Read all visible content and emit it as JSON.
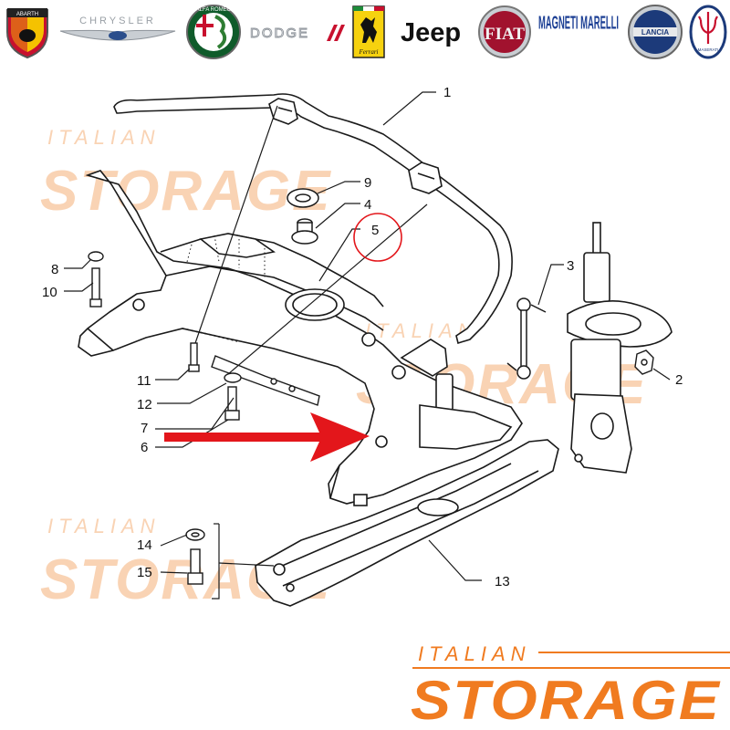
{
  "brands": [
    {
      "name": "ABARTH",
      "kind": "badge"
    },
    {
      "name": "CHRYSLER",
      "kind": "wing"
    },
    {
      "name": "ALFA ROMEO",
      "kind": "round"
    },
    {
      "name": "DODGE",
      "kind": "wordmark"
    },
    {
      "name": "Ferrari",
      "kind": "shield"
    },
    {
      "name": "Jeep",
      "kind": "wordmark"
    },
    {
      "name": "FIAT",
      "kind": "round"
    },
    {
      "name": "MAGNETI MARELLI",
      "kind": "wordmark"
    },
    {
      "name": "LANCIA",
      "kind": "round"
    },
    {
      "name": "MASERATI",
      "kind": "oval"
    }
  ],
  "callouts": [
    "1",
    "2",
    "3",
    "4",
    "5",
    "6",
    "7",
    "8",
    "9",
    "10",
    "11",
    "12",
    "13",
    "14",
    "15"
  ],
  "watermark": {
    "small": "ITALIAN",
    "big": "STORAGE",
    "color": "#f07b20",
    "faint_color": "#f9d3b4"
  },
  "colors": {
    "line": "#1a1a1a",
    "arrow": "#e3161b",
    "highlight_circle": "#e3161b"
  }
}
